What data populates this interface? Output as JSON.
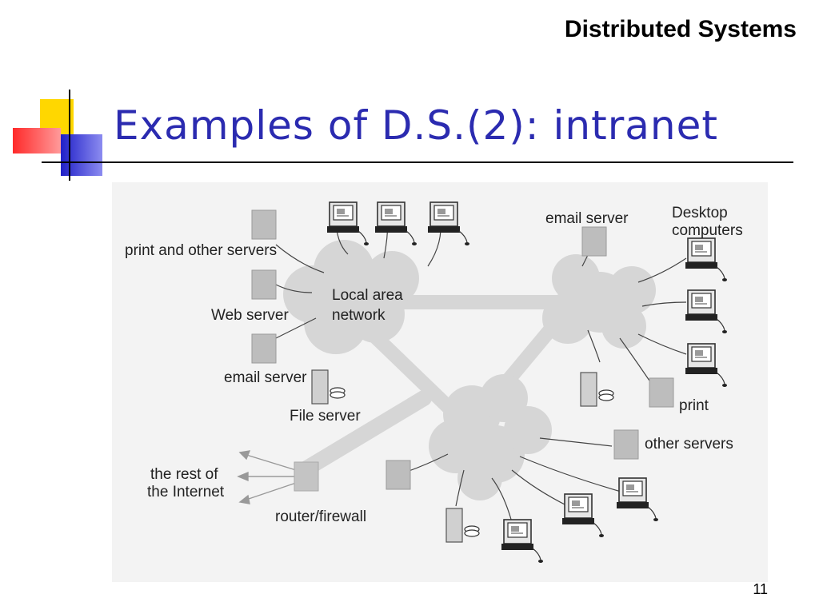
{
  "header": {
    "title": "Distributed Systems"
  },
  "slide": {
    "title": "Examples of D.S.(2): intranet",
    "page_number": "11"
  },
  "diagram": {
    "labels": {
      "email_server_top": "email server",
      "desktop_computers_line1": "Desktop",
      "desktop_computers_line2": "computers",
      "print_other_servers": "print and other servers",
      "lan_line1": "Local area",
      "lan_line2": "network",
      "web_server": "Web server",
      "email_server_left": "email server",
      "file_server": "File server",
      "print": "print",
      "other_servers": "other servers",
      "internet_line1": "the rest of",
      "internet_line2": "the Internet",
      "router_firewall": "router/firewall"
    }
  }
}
